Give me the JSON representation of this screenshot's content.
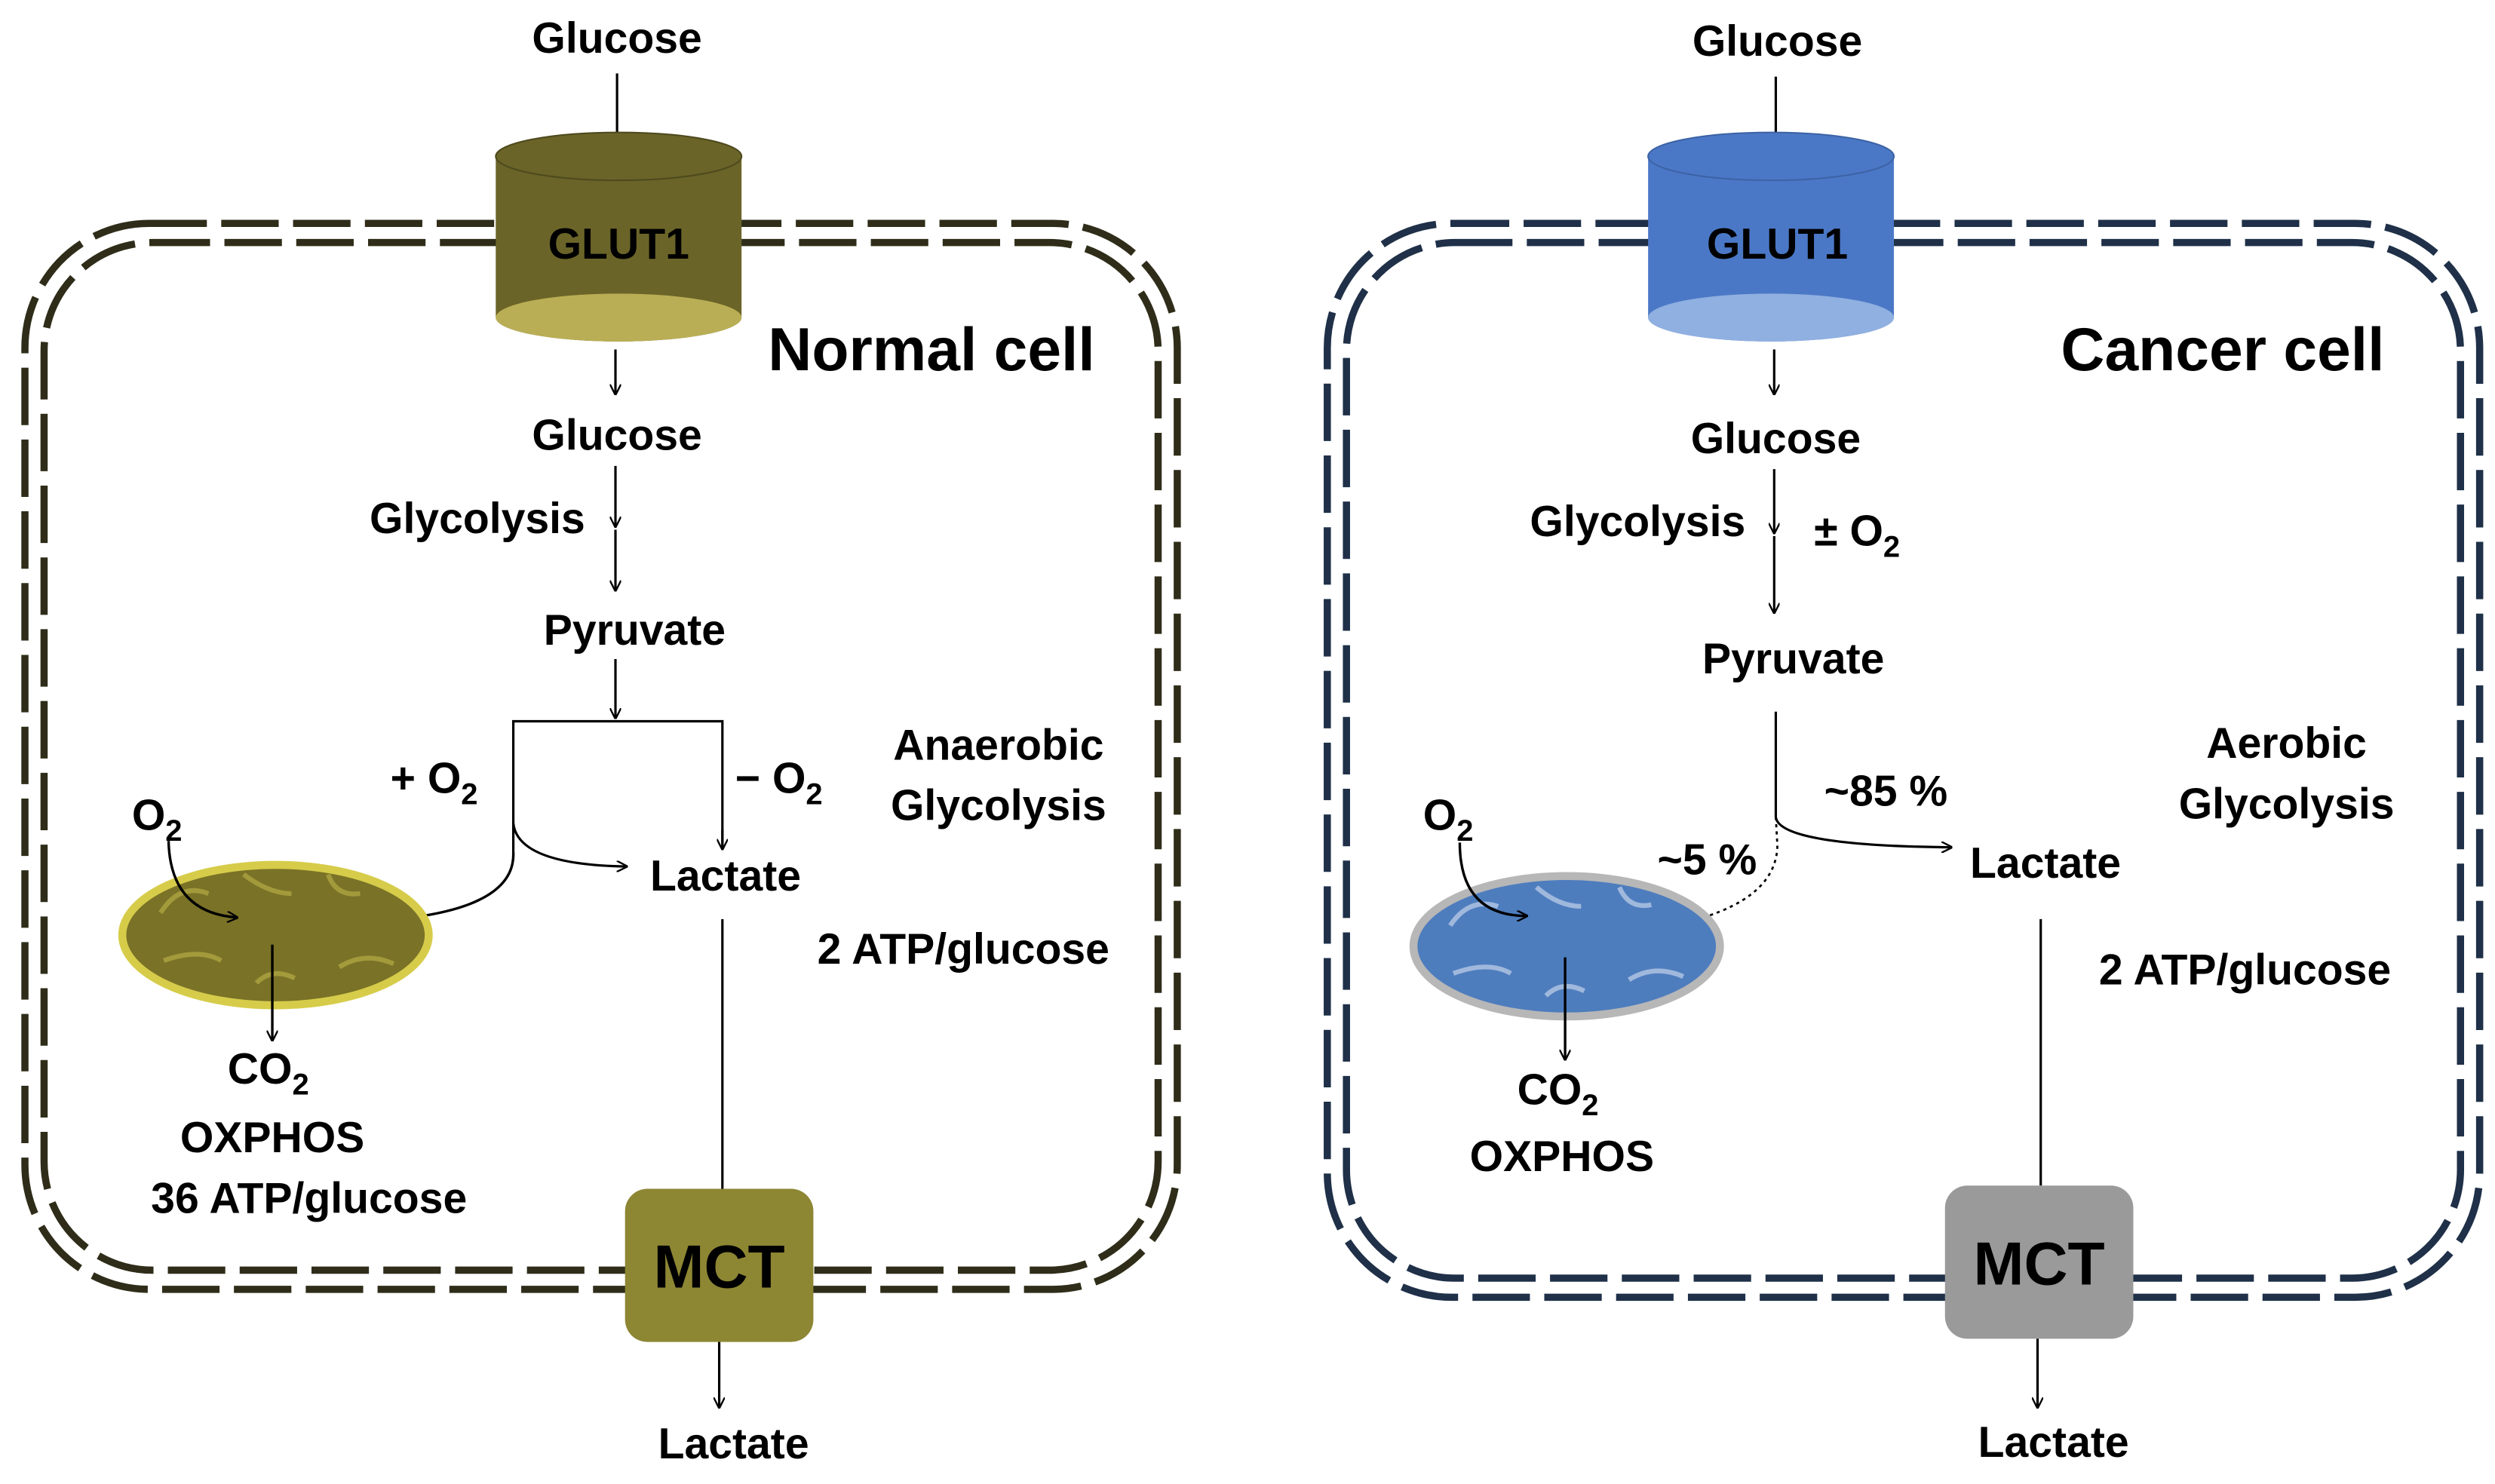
{
  "colors": {
    "normal_membrane": "#2f2d19",
    "cancer_membrane": "#1f3048",
    "normal_glut_body": "#6b6428",
    "normal_glut_cap": "#b9ae55",
    "normal_glut_text": "#f1e36b",
    "cancer_glut_body": "#4b78c6",
    "cancer_glut_cap": "#8fb0e0",
    "cancer_glut_text": "#ffffff",
    "normal_mct": "#8d8633",
    "cancer_mct": "#9a9a9a",
    "normal_mito_fill": "#7a7227",
    "normal_mito_rim": "#d6cc4a",
    "cancer_mito_fill": "#4e7dbe",
    "cancer_mito_rim": "#b7b7b7",
    "olive_text": "#3d3b1a",
    "red_text": "#e02020"
  },
  "normal": {
    "title": "Normal cell",
    "glucose_outside": "Glucose",
    "glut": "GLUT1",
    "glucose_inside": "Glucose",
    "glycolysis": "Glycolysis",
    "pyruvate": "Pyruvate",
    "plus_o2": "+ O",
    "minus_o2": "− O",
    "o2": "O",
    "lactate": "Lactate",
    "co2": "CO",
    "oxphos": "OXPHOS",
    "oxphos_atp": "36 ATP/glucose",
    "pathway_line1": "Anaerobic",
    "pathway_line2": "Glycolysis",
    "atp": "2 ATP/glucose",
    "mct": "MCT",
    "lactate_out": "Lactate",
    "subscript2": "2"
  },
  "cancer": {
    "title": "Cancer cell",
    "glucose_outside": "Glucose",
    "glut": "GLUT1",
    "glucose_inside": "Glucose",
    "glycolysis": "Glycolysis",
    "pm_o2": "± O",
    "pyruvate": "Pyruvate",
    "pct85": "~85 %",
    "pct5": "~5 %",
    "o2": "O",
    "lactate": "Lactate",
    "co2": "CO",
    "oxphos": "OXPHOS",
    "pathway_line1": "Aerobic",
    "pathway_line2": "Glycolysis",
    "atp": "2 ATP/glucose",
    "mct": "MCT",
    "lactate_out": "Lactate",
    "subscript2": "2"
  }
}
